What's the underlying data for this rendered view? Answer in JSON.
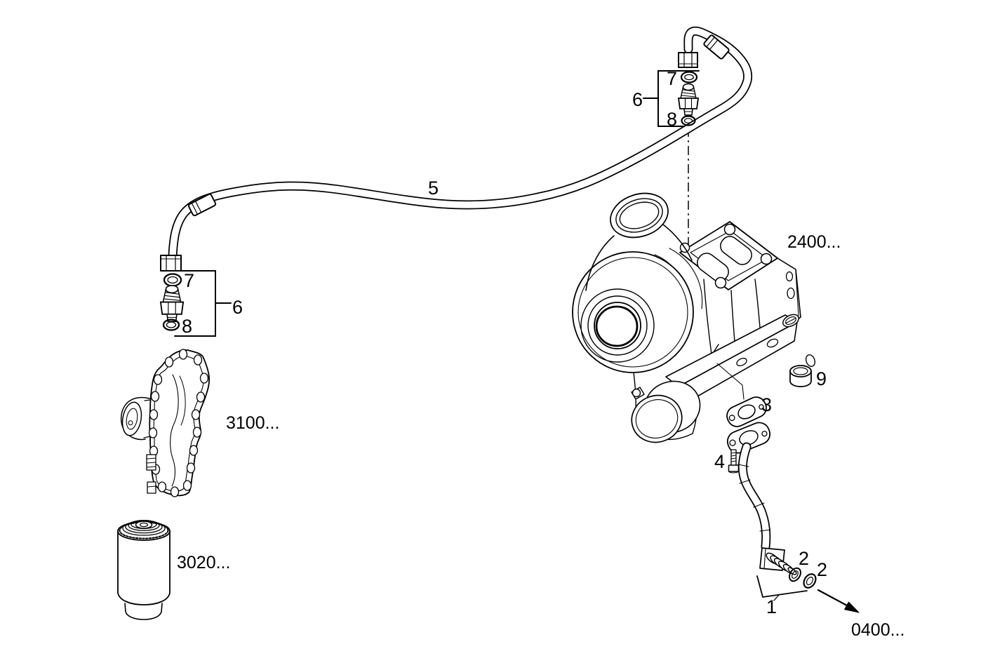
{
  "colors": {
    "background": "#ffffff",
    "line_art": "#000000",
    "text": "#000000"
  },
  "callouts": {
    "feed_pipe": "5",
    "top_fitting": {
      "group": "6",
      "upper_oring": "7",
      "lower_oring": "8"
    },
    "left_fitting": {
      "group": "6",
      "upper_oring": "7",
      "lower_oring": "8"
    },
    "blanking_plug": "9",
    "gasket": "3",
    "bolt": "4",
    "oring_left": "2",
    "oring_right": "2",
    "drain_pipe_assembly": "1"
  },
  "references": {
    "turbocharger": "2400...",
    "oil_cooler": "3100...",
    "oil_filter": "3020...",
    "continuation": "0400..."
  }
}
